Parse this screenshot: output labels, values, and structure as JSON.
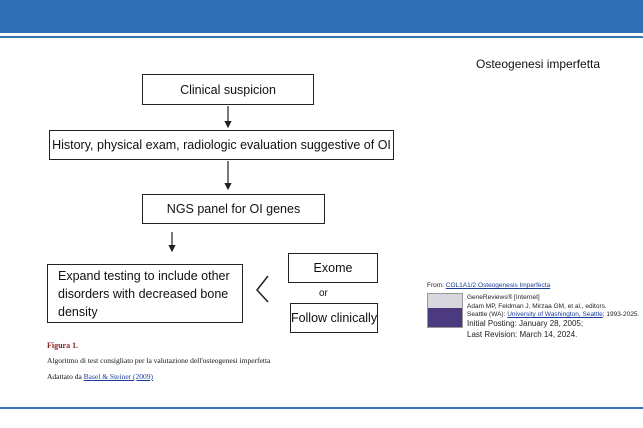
{
  "slide": {
    "title": "Osteogenesi imperfetta",
    "colors": {
      "top_bar": "#2f6db5",
      "rule": "#3a74b8",
      "figure_label": "#8a2222",
      "link": "#1a3c9a"
    }
  },
  "flowchart": {
    "step1": "Clinical suspicion",
    "step2": "History, physical exam, radiologic evaluation suggestive of OI",
    "step3": "NGS panel for OI genes",
    "step4": "Expand testing to include other disorders with decreased bone density",
    "option_exome": "Exome",
    "option_or": "or",
    "option_follow": "Follow clinically"
  },
  "caption": {
    "figure_label": "Figura 1.",
    "description": "Algoritmo di test consigliato per la valutazione dell'osteogenesi imperfetta",
    "adapted_prefix": "Adattato da",
    "adapted_link": "Basel & Steiner (2009)"
  },
  "reference": {
    "from_prefix": "From:",
    "from_link": "COL1A1/2 Osteogenesis Imperfecta",
    "line1": "GeneReviews® [Internet]",
    "line2": "Adam MP, Feldman J, Mirzaa GM, et al., editors.",
    "line3_prefix": "Seattle (WA):",
    "line3_link": "University of Washington, Seattle",
    "line3_suffix": "; 1993-2025.",
    "initial_posting": "Initial Posting: January 28, 2005;",
    "last_revision": "Last Revision: March 14, 2024."
  }
}
